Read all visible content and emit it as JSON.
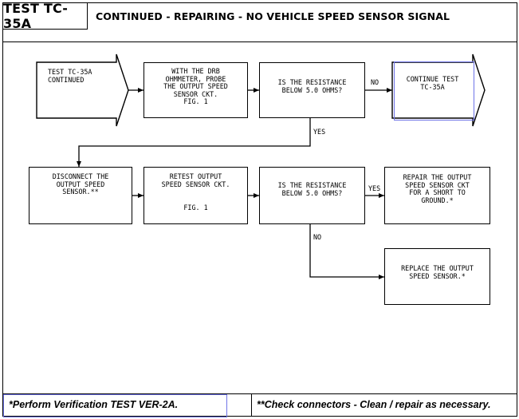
{
  "header": {
    "test_id": "TEST TC-35A",
    "title": "CONTINUED - REPAIRING - NO VEHICLE SPEED SENSOR SIGNAL"
  },
  "flow": {
    "start": "TEST TC-35A\nCONTINUED",
    "probe": "WITH THE DRB\nOHMMETER, PROBE\nTHE OUTPUT SPEED\nSENSOR CKT.\nFIG. 1",
    "question1": "IS THE RESISTANCE\nBELOW 5.0 OHMS?",
    "continue": "CONTINUE TEST\nTC-35A",
    "disconnect": "DISCONNECT THE\nOUTPUT SPEED\nSENSOR.**",
    "retest": "RETEST OUTPUT\nSPEED SENSOR CKT.",
    "retest_fig": "FIG. 1",
    "question2": "IS THE RESISTANCE\nBELOW 5.0 OHMS?",
    "repair": "REPAIR THE OUTPUT\nSPEED SENSOR CKT\nFOR A SHORT TO\nGROUND.*",
    "replace": "REPLACE THE OUTPUT\nSPEED SENSOR.*",
    "label_no_1": "NO",
    "label_yes_1": "YES",
    "label_yes_2": "YES",
    "label_no_2": "NO"
  },
  "footer": {
    "left": "*Perform Verification TEST VER-2A.",
    "right": "**Check connectors - Clean / repair as necessary."
  }
}
